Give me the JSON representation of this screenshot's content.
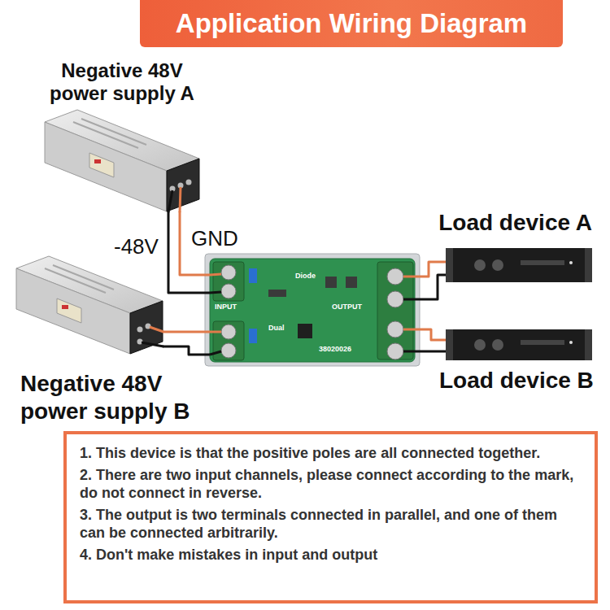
{
  "diagram": {
    "title": "Application Wiring Diagram",
    "nodes": [
      {
        "text": [
          "Negative 48V power supply A"
        ]
      },
      {
        "text": [
          "Negative 48V power supply B"
        ]
      },
      {
        "text": [
          "INPUT",
          "Diode",
          "Dual",
          "OUTPUT",
          "38020026"
        ]
      },
      {
        "text": [
          "Load device A"
        ]
      },
      {
        "text": [
          "Load device B"
        ]
      },
      {
        "text": [
          "1. This device is that the positive poles are all connected together.",
          "2. There are two input channels, please connect according to the mark, do not connect in reverse.",
          "3. The output is two terminals connected in parallel, and one of them can be connected arbitrarily.",
          "4. Don't make mistakes in input and output"
        ]
      }
    ],
    "edges": [
      {
        "from": 0,
        "to": 2,
        "arrow": "none",
        "label": "-48V"
      },
      {
        "from": 0,
        "to": 2,
        "arrow": "none",
        "label": "GND"
      },
      {
        "from": 1,
        "to": 2,
        "arrow": "none"
      },
      {
        "from": 1,
        "to": 2,
        "arrow": "none"
      },
      {
        "from": 2,
        "to": 3,
        "arrow": "none"
      },
      {
        "from": 2,
        "to": 3,
        "arrow": "none"
      },
      {
        "from": 2,
        "to": 4,
        "arrow": "none"
      },
      {
        "from": 2,
        "to": 4,
        "arrow": "none"
      }
    ]
  }
}
